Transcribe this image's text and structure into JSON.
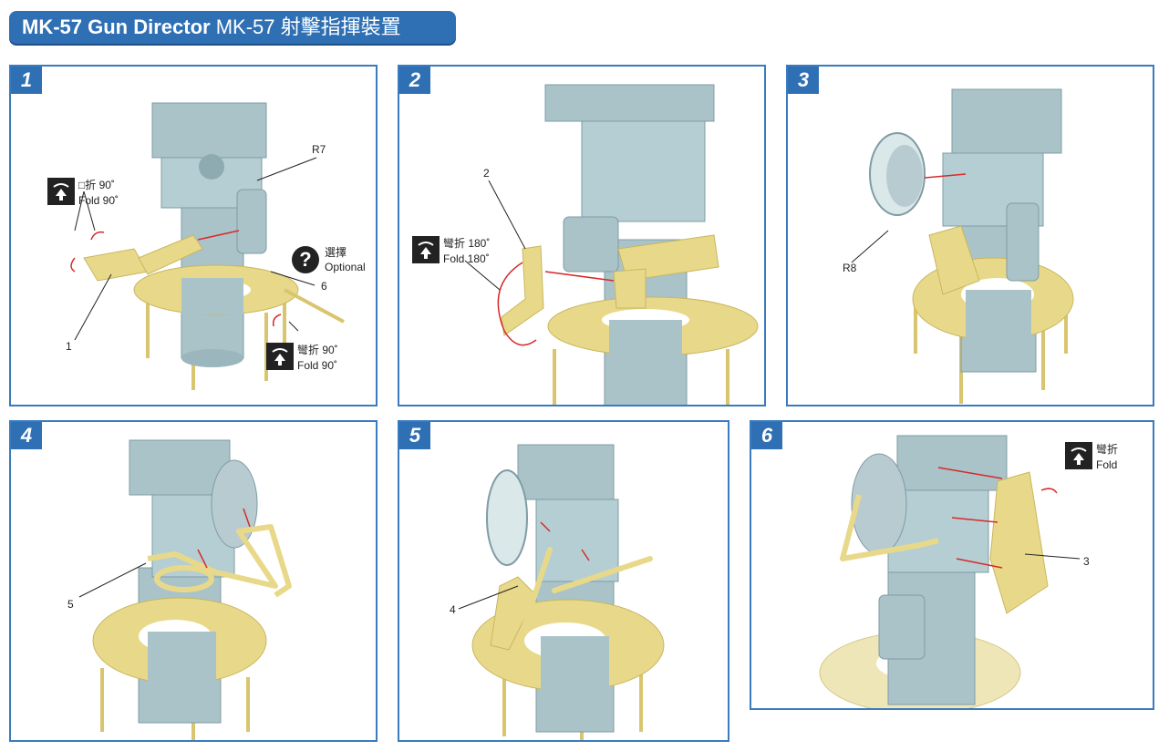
{
  "header": {
    "title_bold": "MK-57 Gun Director",
    "title_rest": "MK-57 射擊指揮裝置"
  },
  "colors": {
    "header_bg": "#2f6fb3",
    "panel_border": "#3a7bc0",
    "model_gray": "#a9c3c9",
    "etched_brass": "#e8d98a",
    "arrow_red": "#d62a2a"
  },
  "steps": [
    {
      "number": "1",
      "labels": {
        "r7": "R7",
        "part1": "1",
        "part6": "6"
      },
      "fold_top": {
        "line1": "□折 90˚",
        "line2": "Fold 90˚"
      },
      "fold_bottom": {
        "line1": "彎折 90˚",
        "line2": "Fold 90˚"
      },
      "optional": {
        "line1": "選擇",
        "line2": "Optional",
        "icon": "question-icon"
      }
    },
    {
      "number": "2",
      "labels": {
        "part2": "2"
      },
      "fold": {
        "line1": "彎折 180˚",
        "line2": "Fold 180˚"
      }
    },
    {
      "number": "3",
      "labels": {
        "r8": "R8"
      }
    },
    {
      "number": "4",
      "labels": {
        "part5": "5"
      }
    },
    {
      "number": "5",
      "labels": {
        "part4": "4"
      }
    },
    {
      "number": "6",
      "labels": {
        "part3": "3"
      },
      "fold": {
        "line1": "彎折",
        "line2": "Fold"
      }
    }
  ]
}
